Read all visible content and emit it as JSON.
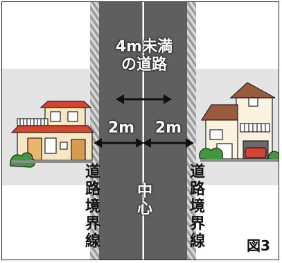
{
  "road_width_label": "4m未満\nの道路",
  "half_width_left": "2m",
  "half_width_right": "2m",
  "left_boundary_label": "道路境界線",
  "center_label": "中心",
  "right_boundary_label": "道路境界線",
  "figure_label": "図3",
  "colors": {
    "road": "#5f5f5f",
    "sidewalk_stripe": "#9b9b9b",
    "ground": "#e3e3e3",
    "center_line": "#ffffff"
  }
}
